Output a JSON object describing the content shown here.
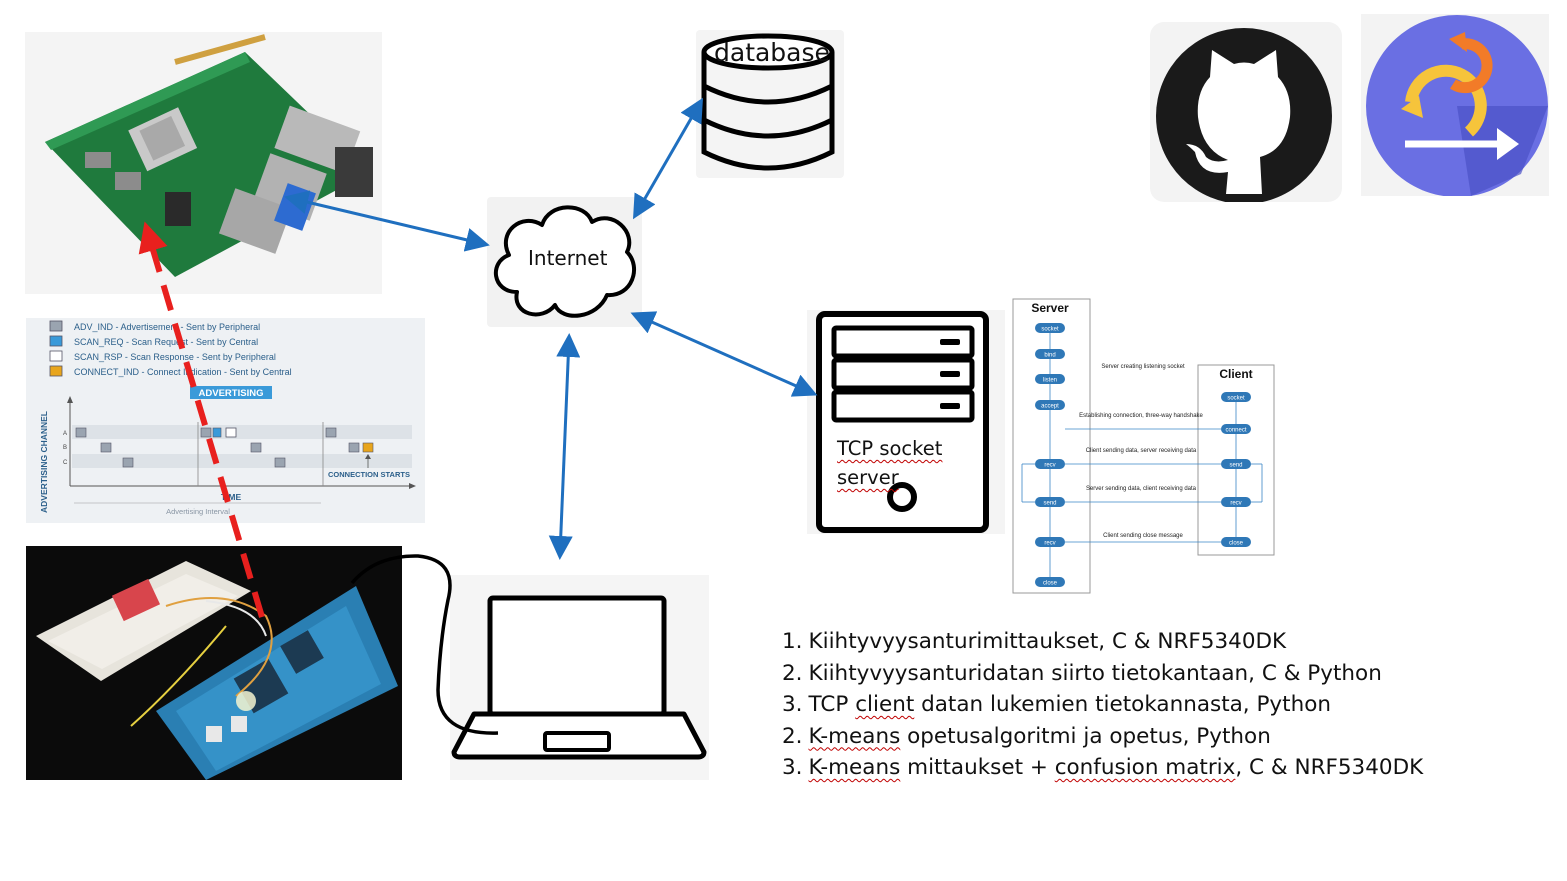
{
  "labels": {
    "database": "database",
    "internet": "Internet",
    "tcp_server_line1": "TCP socket",
    "tcp_server_line2": "server"
  },
  "ble_legend": {
    "items": [
      "ADV_IND - Advertisement - Sent by Peripheral",
      "SCAN_REQ - Scan Request - Sent by Central",
      "SCAN_RSP - Scan Response - Sent by Peripheral",
      "CONNECT_IND - Connect Indication - Sent by Central"
    ],
    "banner": "ADVERTISING",
    "y_axis": "ADVERTISING CHANNEL",
    "x_axis": "TIME",
    "interval": "Advertising Interval",
    "connection": "CONNECTION STARTS",
    "channels": [
      "A",
      "B",
      "C"
    ],
    "colors": {
      "adv": "#9aa4b0",
      "scan_req": "#3a9ad9",
      "scan_rsp": "#ffffff",
      "connect": "#e8a51c",
      "banner": "#3a9ad9"
    }
  },
  "socket_flow": {
    "server_title": "Server",
    "client_title": "Client",
    "server_steps": [
      "socket",
      "bind",
      "listen",
      "accept",
      "recv",
      "send",
      "recv",
      "close"
    ],
    "client_steps": [
      "socket",
      "connect",
      "send",
      "recv",
      "close"
    ],
    "notes": [
      "Server creating listening socket",
      "Establishing connection, three-way handshake",
      "Client sending data, server receiving data",
      "Server sending data, client receiving data",
      "Client sending close message"
    ]
  },
  "tasks": [
    {
      "num": "1.",
      "parts": [
        [
          "Kiihtyvyysanturimittaukset",
          false
        ],
        [
          ", C & NRF5340DK",
          false
        ]
      ]
    },
    {
      "num": "2.",
      "parts": [
        [
          "Kiihtyvyysanturidatan siirto tietokantaan, C & Python",
          false
        ]
      ]
    },
    {
      "num": "3.",
      "parts": [
        [
          "TCP ",
          false
        ],
        [
          "client",
          true
        ],
        [
          " datan lukemien tietokannasta, Python",
          false
        ]
      ]
    },
    {
      "num": "2.",
      "parts": [
        [
          "K-means",
          true
        ],
        [
          " opetusalgoritmi ja opetus, Python",
          false
        ]
      ]
    },
    {
      "num": "3.",
      "parts": [
        [
          "K-means",
          true
        ],
        [
          " mittaukset + ",
          false
        ],
        [
          "confusion matrix",
          true
        ],
        [
          ", C & NRF5340DK",
          false
        ]
      ]
    }
  ],
  "colors": {
    "link_arrow": "#1f6fbf",
    "ble_arrow": "#e8201e",
    "cable": "#000000"
  }
}
